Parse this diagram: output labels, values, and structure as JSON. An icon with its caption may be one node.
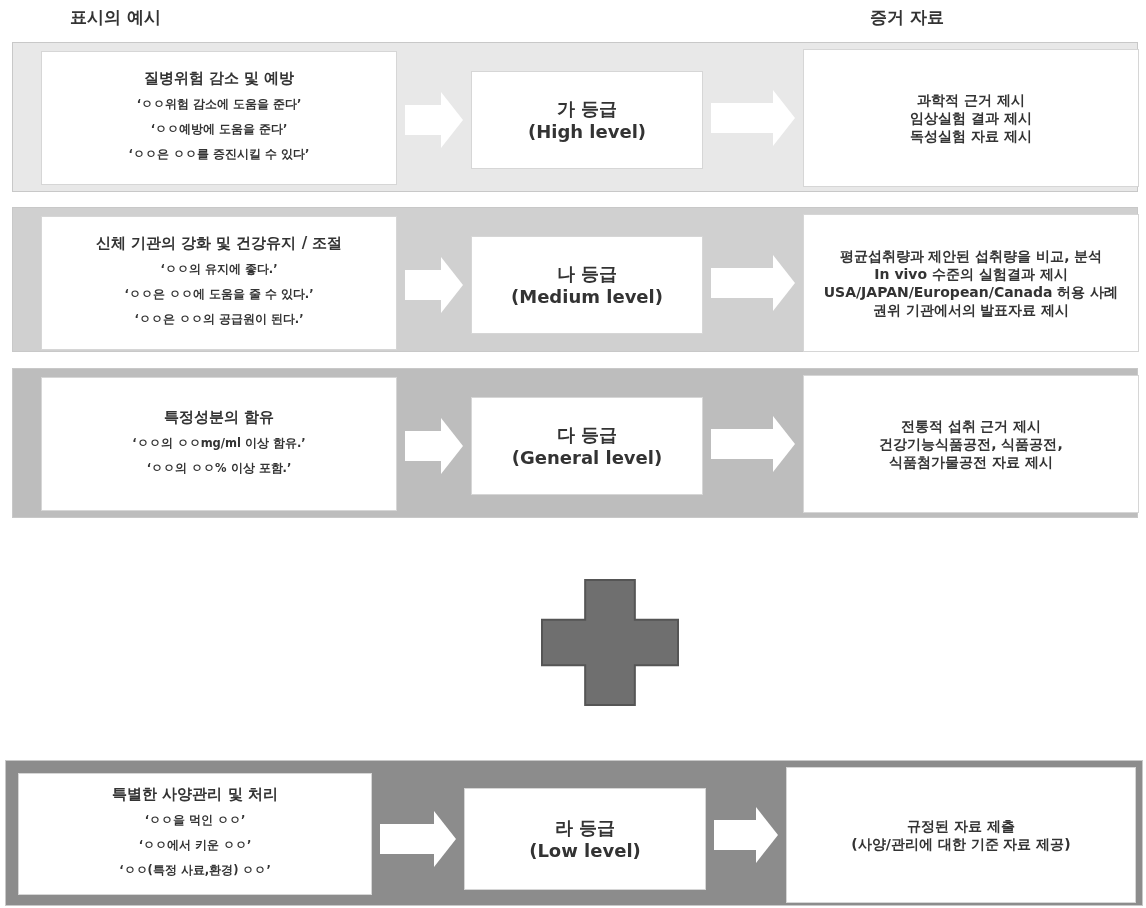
{
  "diagram": {
    "nodes": [
      {
        "text": [],
        "shape": "band"
      },
      {
        "text": [
          "질병위험 감소 및 예방",
          "‘ㅇㅇ위험 감소에 도움을 준다’",
          "‘ㅇㅇ예방에 도움을 준다’",
          "‘ㅇㅇ은 ㅇㅇ를 증진시킬 수 있다’"
        ],
        "in": 0
      },
      {
        "text": [
          "가 등급",
          "(High level)"
        ],
        "in": 0
      },
      {
        "text": [
          "과학적 근거 제시",
          "임상실험 결과 제시",
          "독성실험 자료 제시"
        ],
        "in": 0
      },
      {
        "text": [],
        "shape": "band"
      },
      {
        "text": [
          "신체 기관의 강화 및 건강유지 / 조절",
          "‘ㅇㅇ의 유지에 좋다.’",
          "‘ㅇㅇ은 ㅇㅇ에 도움을 줄 수 있다.’",
          "‘ㅇㅇ은 ㅇㅇ의 공급원이 된다.’"
        ],
        "in": 4
      },
      {
        "text": [
          "나 등급",
          "(Medium level)"
        ],
        "in": 4
      },
      {
        "text": [
          "평균섭취량과 제안된 섭취량을 비교, 분석",
          "In vivo 수준의 실험결과 제시",
          "USA/JAPAN/European/Canada 허용 사례",
          "권위 기관에서의 발표자료 제시"
        ],
        "in": 4
      },
      {
        "text": [],
        "shape": "band"
      },
      {
        "text": [
          "특정성분의 함유",
          "‘ㅇㅇ의 ㅇㅇmg/ml 이상 함유.’",
          "‘ㅇㅇ의 ㅇㅇ% 이상 포함.’"
        ],
        "in": 8
      },
      {
        "text": [
          "다 등급",
          "(General level)"
        ],
        "in": 8
      },
      {
        "text": [
          "전통적 섭취 근거 제시",
          "건강기능식품공전, 식품공전,",
          "식품첨가물공전 자료 제시"
        ],
        "in": 8
      },
      {
        "text": [],
        "shape": "plus"
      },
      {
        "text": [],
        "shape": "band"
      },
      {
        "text": [
          "특별한 사양관리 및 처리",
          "‘ㅇㅇ을 먹인 ㅇㅇ’",
          "‘ㅇㅇ에서 키운 ㅇㅇ’",
          "‘ㅇㅇ(특정 사료,환경) ㅇㅇ’"
        ],
        "in": 13
      },
      {
        "text": [
          "라 등급",
          "(Low level)"
        ],
        "in": 13
      },
      {
        "text": [
          "규정된 자료 제출",
          "(사양/관리에 대한 기준 자료 제공)"
        ],
        "in": 13
      }
    ],
    "edges": [
      {
        "from": 1,
        "to": 2,
        "arrow": "to"
      },
      {
        "from": 2,
        "to": 3,
        "arrow": "to"
      },
      {
        "from": 5,
        "to": 6,
        "arrow": "to"
      },
      {
        "from": 6,
        "to": 7,
        "arrow": "to"
      },
      {
        "from": 9,
        "to": 10,
        "arrow": "to"
      },
      {
        "from": 10,
        "to": 11,
        "arrow": "to"
      },
      {
        "from": 14,
        "to": 15,
        "arrow": "to"
      },
      {
        "from": 15,
        "to": 16,
        "arrow": "to"
      }
    ],
    "labels": [
      "표시의 예시",
      "증거 자료"
    ]
  }
}
